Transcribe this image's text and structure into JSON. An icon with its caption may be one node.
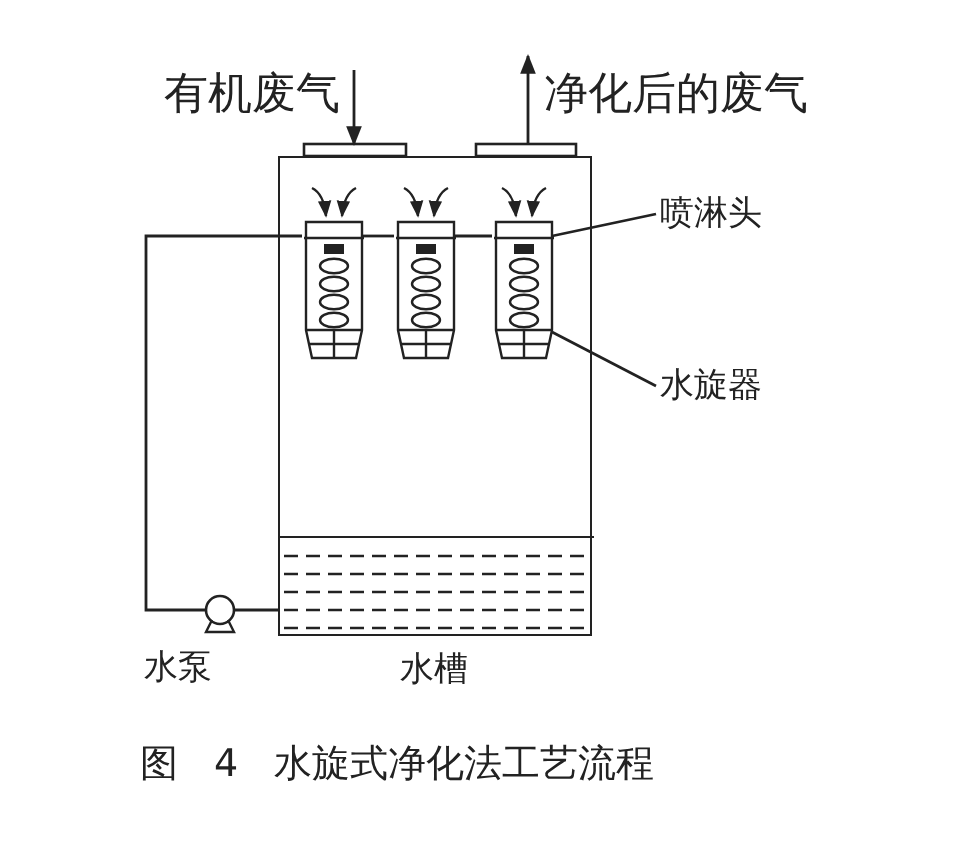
{
  "diagram": {
    "caption": "图 4 水旋式净化法工艺流程",
    "nodes": [
      {
        "text": [],
        "shape": "box"
      },
      {
        "text": [],
        "shape": "box",
        "in": 0
      },
      {
        "text": [],
        "shape": "box",
        "in": 0
      },
      {
        "text": [],
        "shape": "box",
        "in": 0
      },
      {
        "text": [
          "水槽"
        ],
        "in": 0
      },
      {
        "text": [
          "水泵"
        ]
      },
      {
        "text": [
          "喷淋头"
        ]
      },
      {
        "text": [
          "水旋器"
        ]
      },
      {
        "text": [
          "有机废气"
        ]
      },
      {
        "text": [
          "净化后的废气"
        ]
      }
    ],
    "edges": [
      {
        "from": 8,
        "to": 0,
        "arrow": "to"
      },
      {
        "from": 0,
        "to": 9,
        "arrow": "to"
      },
      {
        "from": 4,
        "to": 5,
        "arrow": "none"
      },
      {
        "from": 5,
        "to": 1,
        "arrow": "none"
      },
      {
        "from": 1,
        "to": 2,
        "arrow": "none"
      },
      {
        "from": 2,
        "to": 3,
        "arrow": "none"
      },
      {
        "from": 6,
        "to": 3,
        "arrow": "none"
      },
      {
        "from": 7,
        "to": 3,
        "arrow": "none"
      }
    ]
  }
}
